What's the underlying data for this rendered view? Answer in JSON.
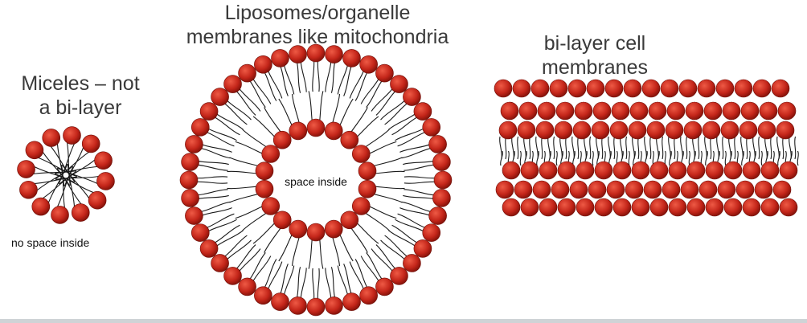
{
  "labels": {
    "micelle_title": [
      "Miceles – not",
      "a bi-layer"
    ],
    "micelle_note": "no space inside",
    "liposome_title": [
      "Liposomes/organelle",
      "membranes like mitochondria"
    ],
    "liposome_note": "space inside",
    "bilayer_title": [
      "bi-layer cell",
      "membranes"
    ]
  },
  "colors": {
    "head_fill": "#cc2a1c",
    "head_dark": "#8a120a",
    "tail": "#1a1a1a",
    "text": "#3a3a3a"
  }
}
